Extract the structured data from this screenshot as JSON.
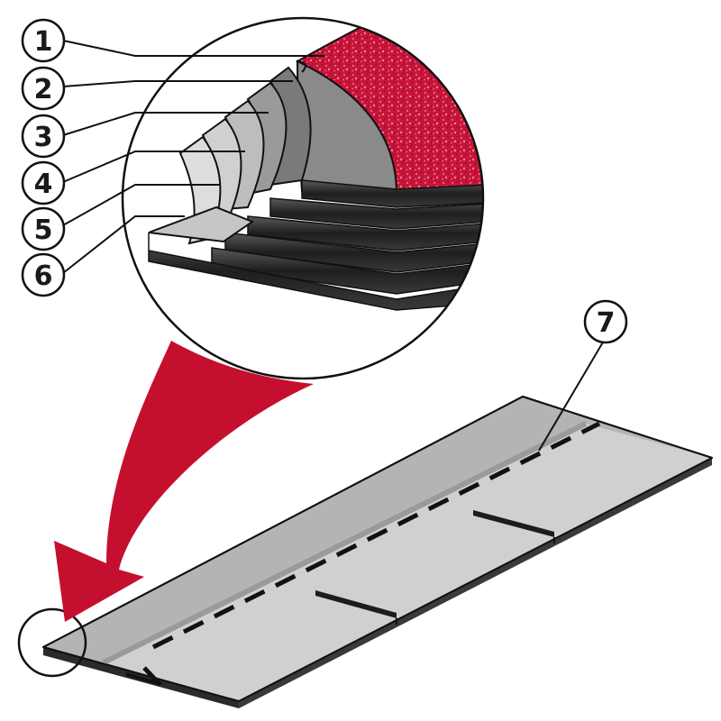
{
  "callouts": [
    {
      "label": "1"
    },
    {
      "label": "2"
    },
    {
      "label": "3"
    },
    {
      "label": "4"
    },
    {
      "label": "5"
    },
    {
      "label": "6"
    },
    {
      "label": "7"
    }
  ],
  "colors": {
    "accent_red": "#c4102e",
    "granule_red": "#c8143a",
    "shingle_top": "#b4b4b4",
    "shingle_light": "#cfcfcf",
    "layer_dark": "#2e2e2e",
    "layer_mid": "#6e6e6e",
    "outline": "#111111"
  }
}
